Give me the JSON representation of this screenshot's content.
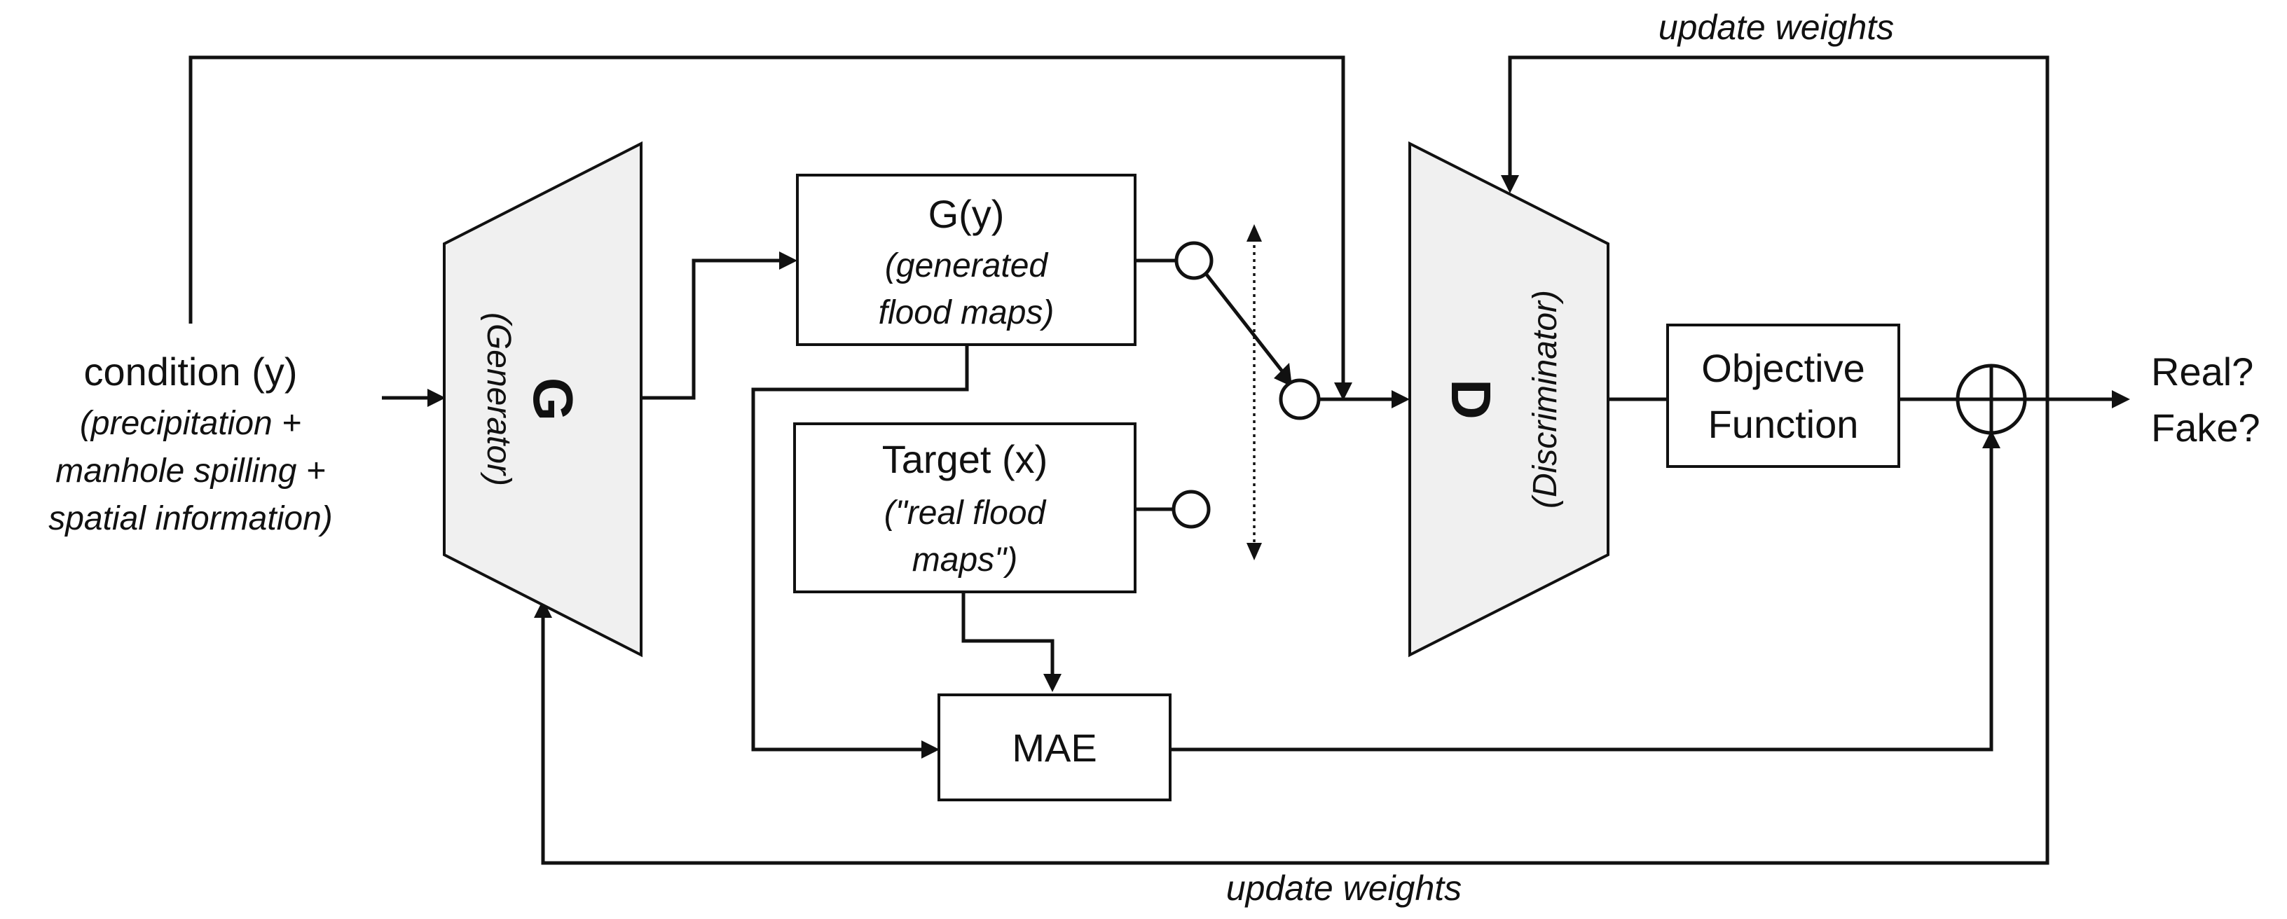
{
  "condition": {
    "title": "condition (y)",
    "line1": "(precipitation +",
    "line2": "manhole spilling +",
    "line3": "spatial information)"
  },
  "generator": {
    "letter": "G",
    "name": "(Generator)"
  },
  "generated": {
    "title": "G(y)",
    "line1": "(generated",
    "line2": "flood maps)"
  },
  "target": {
    "title": "Target (x)",
    "line1": "(\"real flood",
    "line2": "maps\")"
  },
  "mae": {
    "label": "MAE"
  },
  "discriminator": {
    "letter": "D",
    "name": "(Discriminator)"
  },
  "objective": {
    "line1": "Objective",
    "line2": "Function"
  },
  "output": {
    "line1": "Real?",
    "line2": "Fake?"
  },
  "labels": {
    "update_top": "update weights",
    "update_bottom": "update weights"
  }
}
